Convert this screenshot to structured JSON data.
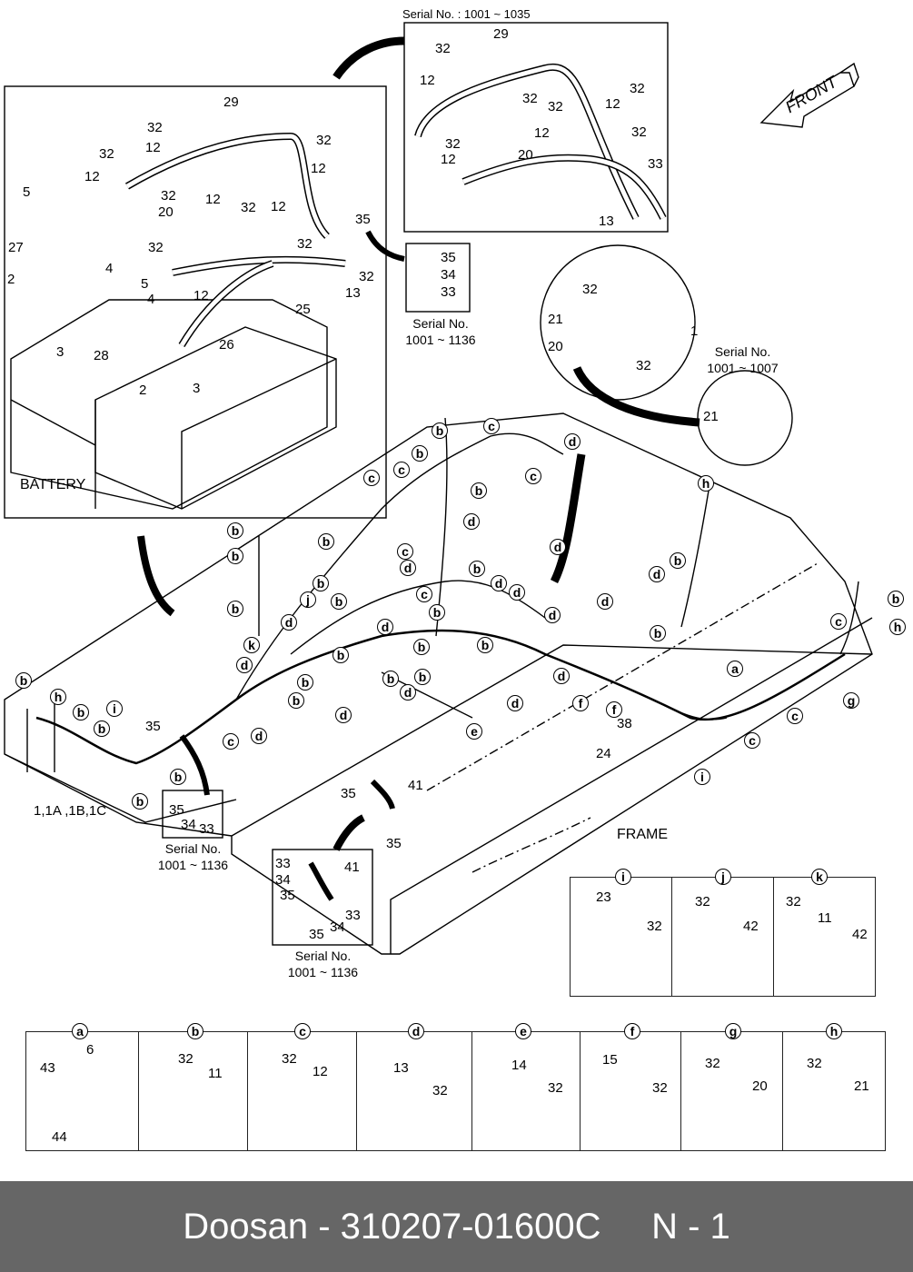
{
  "diagram": {
    "title_footer": "Doosan - 310207-01600C     N - 1",
    "front_arrow_label": "FRONT",
    "frame_label": "FRAME",
    "battery_label": "BATTERY",
    "battery_callouts": [
      "29",
      "32",
      "32",
      "12",
      "32",
      "12",
      "12",
      "5",
      "32",
      "20",
      "12",
      "32",
      "12",
      "35",
      "27",
      "32",
      "32",
      "2",
      "4",
      "12",
      "13",
      "32",
      "5",
      "4",
      "25",
      "3",
      "28",
      "26",
      "2",
      "3"
    ],
    "top_inset": {
      "serial": "Serial No. : 1001 ~ 1035",
      "callouts": [
        "29",
        "32",
        "12",
        "32",
        "12",
        "32",
        "32",
        "12",
        "32",
        "20",
        "32",
        "12",
        "33",
        "13"
      ]
    },
    "bolt_inset_right": {
      "callouts": [
        "35",
        "34",
        "33"
      ],
      "serial_line1": "Serial No.",
      "serial_line2": "1001 ~ 1136"
    },
    "connector_detail": {
      "callouts": [
        "32",
        "21",
        "20",
        "32",
        "1"
      ],
      "serial_line1": "Serial No.",
      "serial_line2": "1001 ~ 1007",
      "sub_callout": "21"
    },
    "harness_label": "1,1A ,1B,1C",
    "left_bolt_inset": {
      "callouts": [
        "35",
        "34",
        "33"
      ],
      "serial_line1": "Serial No.",
      "serial_line2": "1001 ~ 1136"
    },
    "pipe_41": {
      "callouts": [
        "35",
        "41",
        "35"
      ]
    },
    "pipe_inset": {
      "callouts": [
        "33",
        "34",
        "35",
        "41",
        "33",
        "34",
        "35"
      ],
      "serial_line1": "Serial No.",
      "serial_line2": "1001 ~ 1136"
    },
    "frame_callouts": [
      "38",
      "24",
      "35"
    ],
    "clip_letters_main": [
      "a",
      "b",
      "c",
      "d",
      "e",
      "f",
      "g",
      "h",
      "i",
      "j",
      "k"
    ],
    "detail_ijk": [
      {
        "letter": "i",
        "parts": [
          "23",
          "32"
        ]
      },
      {
        "letter": "j",
        "parts": [
          "32",
          "42"
        ]
      },
      {
        "letter": "k",
        "parts": [
          "32",
          "11",
          "42"
        ]
      }
    ],
    "detail_row": [
      {
        "letter": "a",
        "parts": [
          "6",
          "43",
          "44"
        ]
      },
      {
        "letter": "b",
        "parts": [
          "32",
          "11"
        ]
      },
      {
        "letter": "c",
        "parts": [
          "32",
          "12"
        ]
      },
      {
        "letter": "d",
        "parts": [
          "13",
          "32"
        ]
      },
      {
        "letter": "e",
        "parts": [
          "14",
          "32"
        ]
      },
      {
        "letter": "f",
        "parts": [
          "15",
          "32"
        ]
      },
      {
        "letter": "g",
        "parts": [
          "32",
          "20"
        ]
      },
      {
        "letter": "h",
        "parts": [
          "32",
          "21"
        ]
      }
    ]
  }
}
